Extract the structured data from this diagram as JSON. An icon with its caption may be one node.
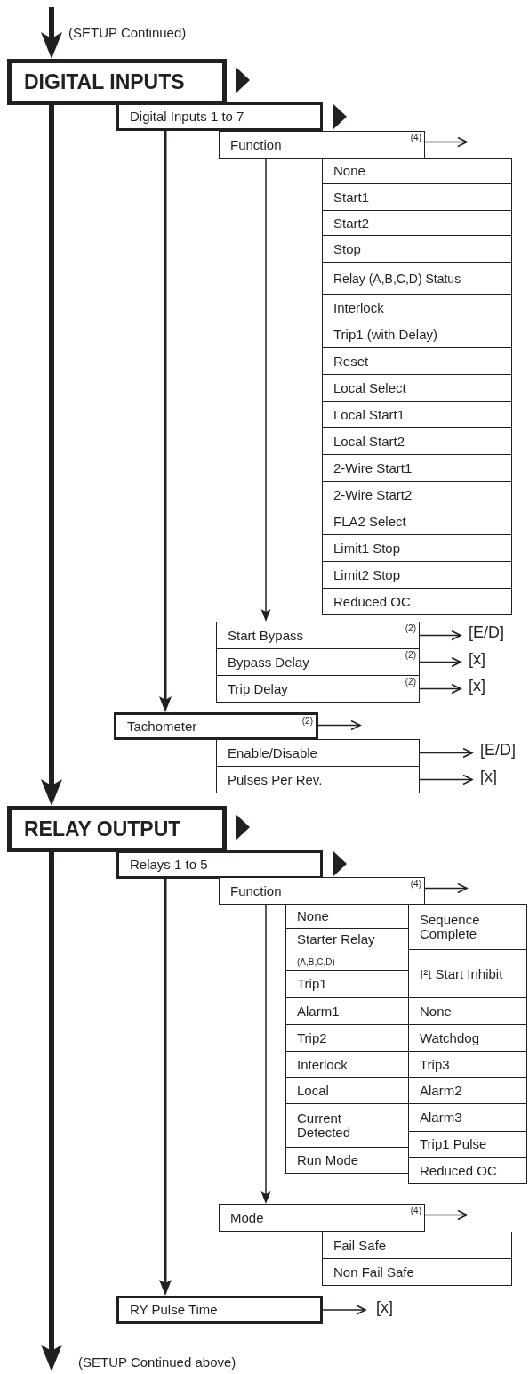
{
  "diagram": {
    "nodes": [
      {
        "text": [
          "DIGITAL INPUTS"
        ]
      },
      {
        "text": [
          "Digital Inputs 1 to 7"
        ]
      },
      {
        "text": [
          "Function",
          "(4)"
        ]
      },
      {
        "text": [
          "None"
        ]
      },
      {
        "text": [
          "Start1"
        ]
      },
      {
        "text": [
          "Start2"
        ]
      },
      {
        "text": [
          "Stop"
        ]
      },
      {
        "text": [
          "Relay (A,B,C,D) Status"
        ]
      },
      {
        "text": [
          "Interlock"
        ]
      },
      {
        "text": [
          "Trip1 (with Delay)"
        ]
      },
      {
        "text": [
          "Reset"
        ]
      },
      {
        "text": [
          "Local Select"
        ]
      },
      {
        "text": [
          "Local Start1"
        ]
      },
      {
        "text": [
          "Local Start2"
        ]
      },
      {
        "text": [
          "2-Wire Start1"
        ]
      },
      {
        "text": [
          "2-Wire Start2"
        ]
      },
      {
        "text": [
          "FLA2 Select"
        ]
      },
      {
        "text": [
          "Limit1 Stop"
        ]
      },
      {
        "text": [
          "Limit2 Stop"
        ]
      },
      {
        "text": [
          "Reduced OC"
        ]
      },
      {
        "text": [
          "Start Bypass",
          "(2)"
        ]
      },
      {
        "text": [
          "[E/D]"
        ]
      },
      {
        "text": [
          "Bypass Delay",
          "(2)"
        ]
      },
      {
        "text": [
          "[x]"
        ]
      },
      {
        "text": [
          "Trip Delay",
          "(2)"
        ]
      },
      {
        "text": [
          "[x]"
        ]
      },
      {
        "text": [
          "Tachometer",
          "(2)"
        ]
      },
      {
        "text": [
          "Enable/Disable"
        ]
      },
      {
        "text": [
          "[E/D]"
        ]
      },
      {
        "text": [
          "Pulses Per Rev."
        ]
      },
      {
        "text": [
          "[x]"
        ]
      },
      {
        "text": [
          "RELAY OUTPUT"
        ]
      },
      {
        "text": [
          "Relays 1 to 5"
        ]
      },
      {
        "text": [
          "Function",
          "(4)"
        ]
      },
      {
        "text": [
          "None"
        ]
      },
      {
        "text": [
          "Starter Relay",
          "(A,B,C,D)"
        ]
      },
      {
        "text": [
          "Trip1"
        ]
      },
      {
        "text": [
          "Alarm1"
        ]
      },
      {
        "text": [
          "Trip2"
        ]
      },
      {
        "text": [
          "Interlock"
        ]
      },
      {
        "text": [
          "Local"
        ]
      },
      {
        "text": [
          "Current Detected"
        ]
      },
      {
        "text": [
          "Run Mode"
        ]
      },
      {
        "text": [
          "Sequence Complete"
        ]
      },
      {
        "text": [
          "I²t Start Inhibit"
        ]
      },
      {
        "text": [
          "None"
        ]
      },
      {
        "text": [
          "Watchdog"
        ]
      },
      {
        "text": [
          "Trip3"
        ]
      },
      {
        "text": [
          "Alarm2"
        ]
      },
      {
        "text": [
          "Alarm3"
        ]
      },
      {
        "text": [
          "Trip1 Pulse"
        ]
      },
      {
        "text": [
          "Reduced OC"
        ]
      },
      {
        "text": [
          "Mode",
          "(4)"
        ]
      },
      {
        "text": [
          "Fail Safe"
        ]
      },
      {
        "text": [
          "Non Fail Safe"
        ]
      },
      {
        "text": [
          "RY Pulse Time"
        ]
      },
      {
        "text": [
          "[x]"
        ]
      }
    ],
    "edges": [
      {
        "from": null,
        "to": 0,
        "arrow": "to",
        "style": "thick"
      },
      {
        "from": 0,
        "to": 31,
        "arrow": "to",
        "style": "thick"
      },
      {
        "from": 31,
        "to": null,
        "arrow": "to",
        "style": "thick"
      },
      {
        "from": 1,
        "to": 26,
        "arrow": "to"
      },
      {
        "from": 2,
        "to": 20,
        "arrow": "to"
      },
      {
        "from": 2,
        "to": 3,
        "arrow": "to"
      },
      {
        "from": 20,
        "to": 21,
        "arrow": "to"
      },
      {
        "from": 22,
        "to": 23,
        "arrow": "to"
      },
      {
        "from": 24,
        "to": 25,
        "arrow": "to"
      },
      {
        "from": 26,
        "to": 27,
        "arrow": "to"
      },
      {
        "from": 27,
        "to": 28,
        "arrow": "to"
      },
      {
        "from": 29,
        "to": 30,
        "arrow": "to"
      },
      {
        "from": 32,
        "to": 55,
        "arrow": "to"
      },
      {
        "from": 33,
        "to": 52,
        "arrow": "to"
      },
      {
        "from": 33,
        "to": 43,
        "arrow": "to"
      },
      {
        "from": 52,
        "to": 53,
        "arrow": "to"
      },
      {
        "from": 55,
        "to": 56,
        "arrow": "to"
      },
      {
        "from": 0,
        "to": 1,
        "arrow": "to"
      },
      {
        "from": 1,
        "to": 2,
        "arrow": "to"
      },
      {
        "from": 31,
        "to": 32,
        "arrow": "to"
      },
      {
        "from": 32,
        "to": 33,
        "arrow": "to"
      }
    ],
    "labels": [
      "(SETUP Continued)",
      "(SETUP Continued above)"
    ]
  }
}
